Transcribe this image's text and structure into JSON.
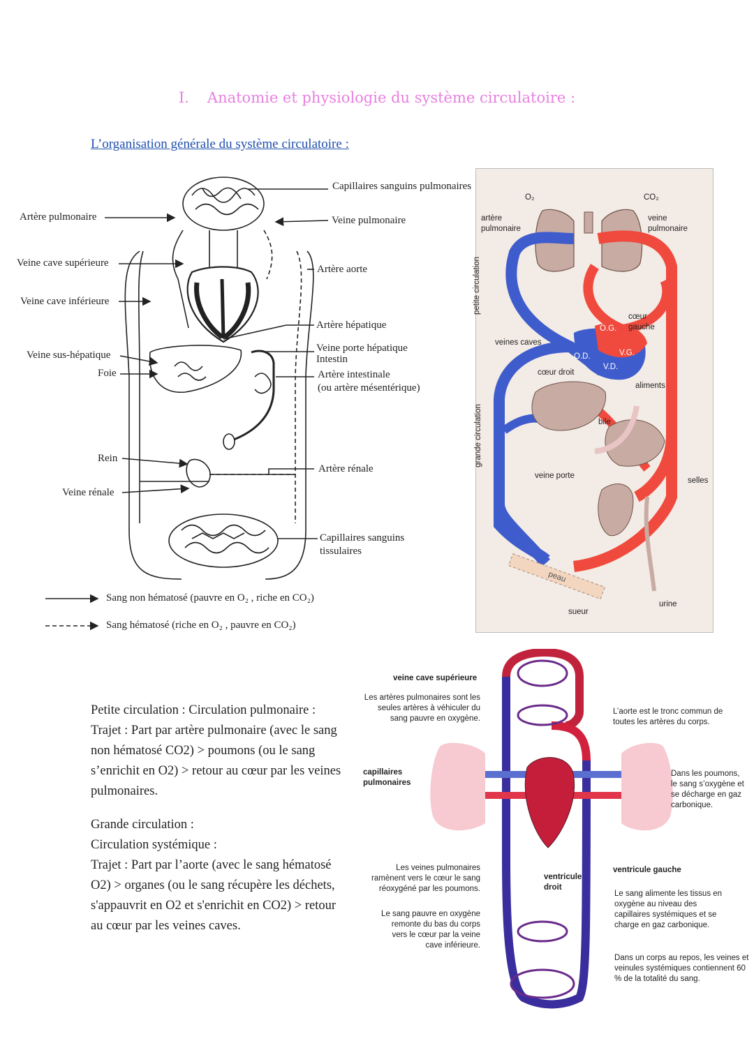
{
  "heading": {
    "number": "I.",
    "title": "Anatomie et physiologie du système circulatoire :"
  },
  "subheading": "L’organisation générale du système circulatoire :",
  "diagram1": {
    "labels": {
      "capillaires_pulm": "Capillaires sanguins pulmonaires",
      "veine_pulm": "Veine pulmonaire",
      "artere_pulm": "Artère pulmonaire",
      "vcs": "Veine cave supérieure",
      "aorte": "Artère aorte",
      "vci": "Veine cave inférieure",
      "art_hep": "Artère hépatique",
      "veine_sus_hep": "Veine sus-hépatique",
      "veine_porte": "Veine porte hépatique",
      "intestin": "Intestin",
      "foie": "Foie",
      "art_int": "Artère intestinale",
      "art_mes": "(ou artère mésentérique)",
      "rein": "Rein",
      "art_ren": "Artère rénale",
      "veine_ren": "Veine rénale",
      "capillaires_tiss": "Capillaires sanguins tissulaires"
    },
    "legend": {
      "solid": "Sang non hématosé (pauvre en O₂ , riche en CO₂)",
      "dashed": "Sang hématosé (riche en O₂ , pauvre en CO₂)"
    }
  },
  "diagram2": {
    "labels": {
      "o2": "O₂",
      "co2": "CO₂",
      "art_pulm": "artère pulmonaire",
      "veine_pulm": "veine pulmonaire",
      "petite": "petite circulation",
      "grande": "grande circulation",
      "coeur_gauche": "cœur gauche",
      "og": "O.G.",
      "vg": "V.G.",
      "od": "O.D.",
      "vd": "V.D.",
      "veines_caves": "veines caves",
      "coeur_droit": "cœur droit",
      "aliments": "aliments",
      "bile": "bile",
      "veine_porte": "veine porte",
      "selles": "selles",
      "peau": "peau",
      "sueur": "sueur",
      "urine": "urine"
    },
    "colors": {
      "arterial": "#f0493d",
      "venous": "#3f5ccc",
      "background": "#f3ebe5"
    }
  },
  "text": {
    "petite_title": "Petite circulation : Circulation pulmonaire :",
    "petite_body": "Trajet : Part par artère pulmonaire (avec le sang non hématosé CO2) > poumons (ou le sang s’enrichit en O2) > retour au cœur par les veines pulmonaires.",
    "grande_title1": "Grande circulation :",
    "grande_title2": "Circulation systémique :",
    "grande_body": "Trajet : Part par l’aorte (avec le sang hématosé O2) > organes  (ou le sang récupère les déchets, s'appauvrit en O2 et s'enrichit en CO2) > retour au cœur par les veines caves."
  },
  "diagram3": {
    "labels": {
      "vcs": "veine cave supérieure",
      "art_pulm": "Les artères pulmonaires sont les seules artères à véhiculer du sang pauvre en oxygène.",
      "aorte": "L’aorte est le tronc commun de toutes les artères du corps.",
      "cap_pulm": "capillaires pulmonaires",
      "poumons": "Dans les poumons, le sang s’oxygène et se décharge en gaz carbonique.",
      "veines_pulm": "Les veines pulmonaires ramènent vers le cœur le sang réoxygéné par les poumons.",
      "vent_droit": "ventricule droit",
      "vent_gauche": "ventricule gauche",
      "sang_pauvre": "Le sang pauvre en oxygène remonte du bas du corps vers le cœur par la veine cave inférieure.",
      "cap_syst": "Le sang alimente les tissus en oxygène au niveau des capillaires systémiques et se charge en gaz carbonique.",
      "repos": "Dans un corps au repos, les veines et veinules systémiques contiennent 60 % de la totalité du sang."
    }
  }
}
